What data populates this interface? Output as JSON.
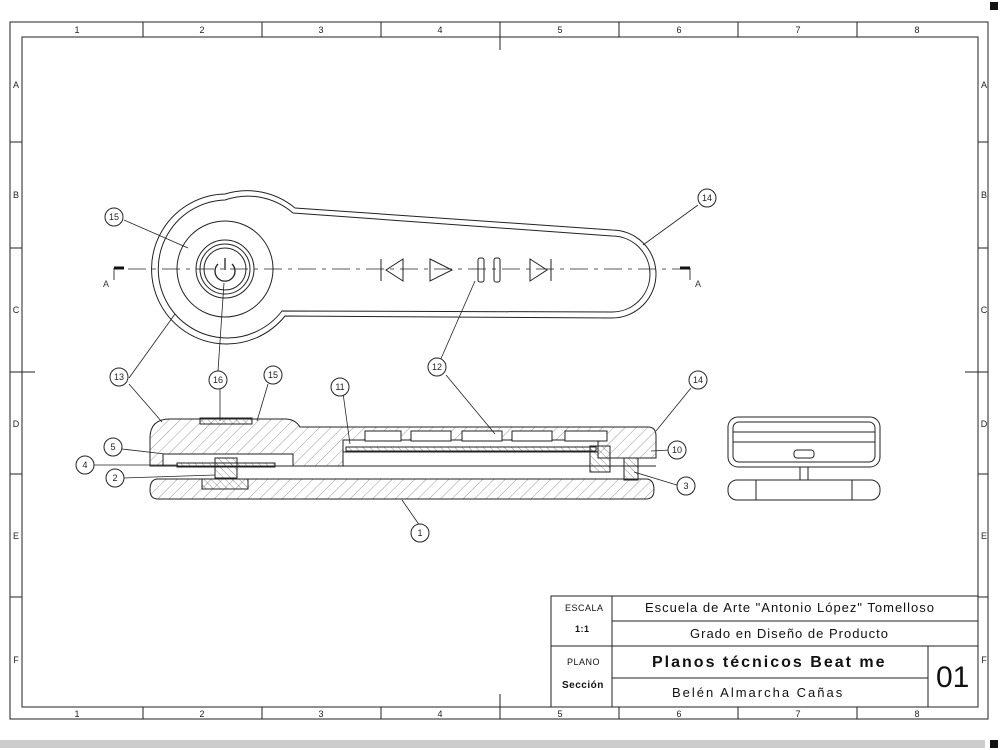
{
  "drawing": {
    "zones_columns": [
      "1",
      "2",
      "3",
      "4",
      "5",
      "6",
      "7",
      "8"
    ],
    "zones_rows": [
      "A",
      "B",
      "C",
      "D",
      "E",
      "F"
    ],
    "section_marker": "A",
    "balloons": [
      "1",
      "2",
      "3",
      "4",
      "5",
      "10",
      "11",
      "12",
      "13",
      "14",
      "15",
      "16"
    ],
    "title_block": {
      "scale_label": "ESCALA",
      "scale_value": "1:1",
      "plan_label": "PLANO",
      "plan_value": "Sección",
      "school": "Escuela de Arte \"Antonio López\" Tomelloso",
      "degree": "Grado en Diseño de Producto",
      "title": "Planos técnicos Beat me",
      "author": "Belén Almarcha Cañas",
      "sheet_number": "01"
    }
  }
}
